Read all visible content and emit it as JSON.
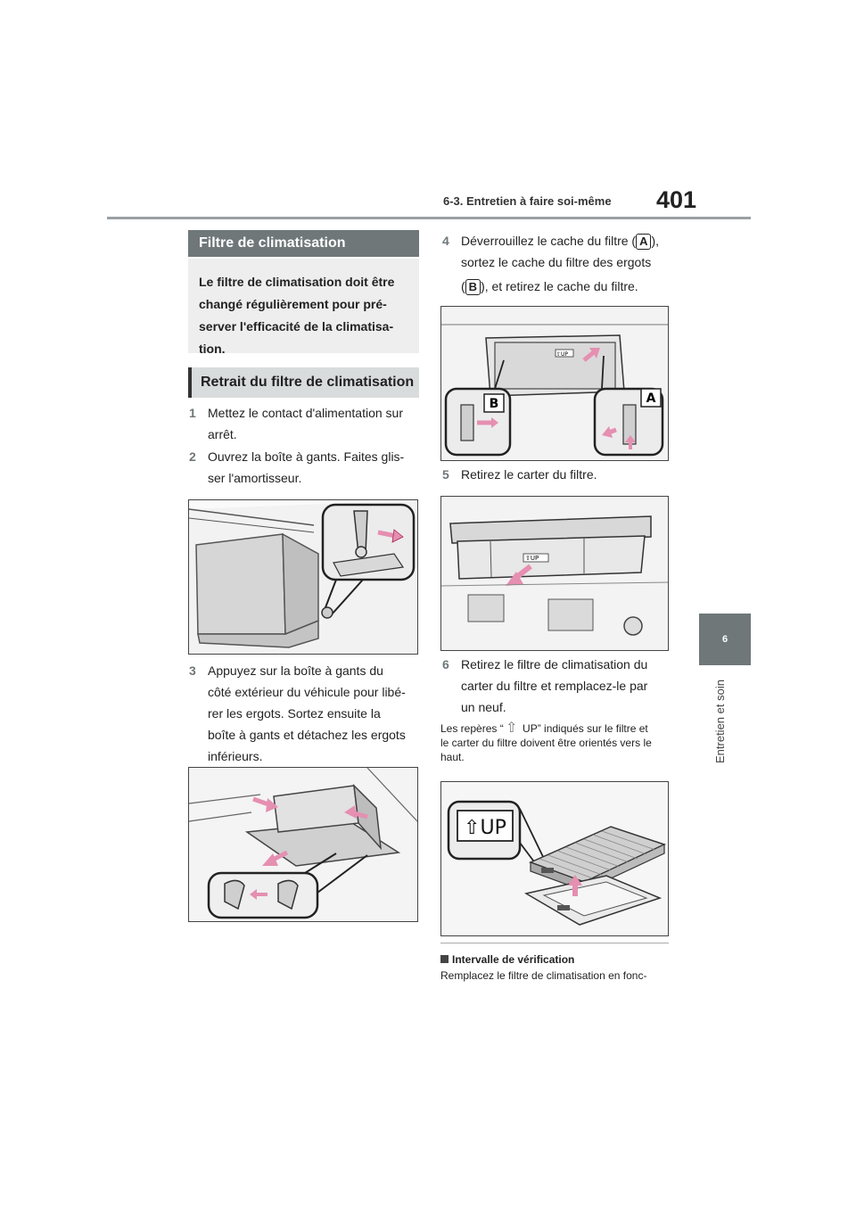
{
  "header": {
    "section": "6-3. Entretien à faire soi-même",
    "page_number": "401"
  },
  "side_tab": {
    "chapter_number": "6",
    "chapter_label": "Entretien et soin"
  },
  "left": {
    "heading1": "Filtre de climatisation",
    "intro": "Le filtre de climatisation doit être changé régulièrement pour pré-server l'efficacité de la climatisa-tion.",
    "intro_lines": [
      "Le filtre de climatisation doit être",
      "changé régulièrement pour pré-",
      "server l'efficacité de la climatisa-",
      "tion."
    ],
    "heading2": "Retrait du filtre de climatisation",
    "steps": [
      {
        "num": "1",
        "lines": [
          "Mettez le contact d'alimentation sur",
          "arrêt."
        ]
      },
      {
        "num": "2",
        "lines": [
          "Ouvrez la boîte à gants. Faites glis-",
          "ser l'amortisseur."
        ]
      },
      {
        "num": "3",
        "lines": [
          "Appuyez sur la boîte à gants du",
          "côté extérieur du véhicule pour libé-",
          "rer les ergots. Sortez ensuite la",
          "boîte à gants et détachez les ergots",
          "inférieurs."
        ]
      }
    ]
  },
  "right": {
    "step4": {
      "num": "4",
      "line1_a": "Déverrouillez le cache du filtre (",
      "line1_b": "),",
      "line2": "sortez le cache du filtre des ergots",
      "line3_a": "(",
      "line3_b": "), et retirez le cache du filtre."
    },
    "callout_a": "A",
    "callout_b": "B",
    "step5": {
      "num": "5",
      "text": "Retirez le carter du filtre."
    },
    "step6": {
      "num": "6",
      "lines": [
        "Retirez le filtre de climatisation du",
        "carter du filtre et remplacez-le par",
        "un neuf."
      ]
    },
    "note": {
      "part1": "Les repères “",
      "part2": " UP” indiqués sur le filtre et",
      "line2": "le carter du filtre doivent être orientés vers le",
      "line3": "haut."
    },
    "up_label": "UP",
    "up_label_big": "⇧UP",
    "subsection": {
      "title": "Intervalle de vérification",
      "text": "Remplacez le filtre de climatisation en fonc-"
    }
  },
  "colors": {
    "accent": "#6f7779",
    "arrow": "#e58fb1"
  }
}
